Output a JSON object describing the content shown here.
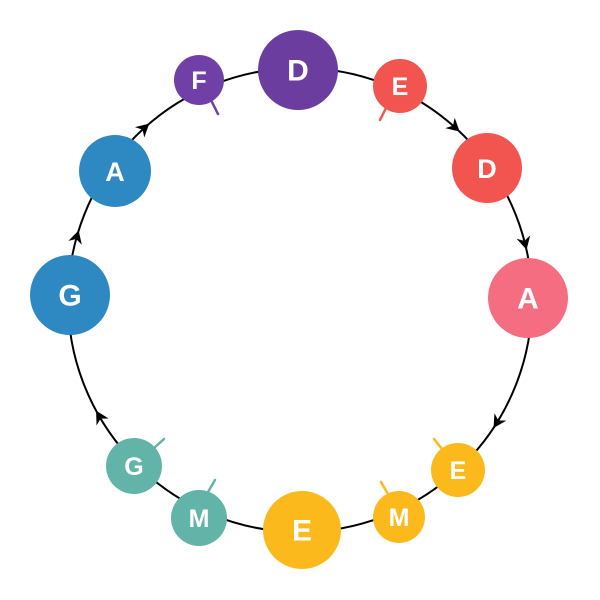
{
  "diagram": {
    "title": "",
    "direction": "clockwise",
    "palette": {
      "purple": "#6b3fa0",
      "red": "#f25550",
      "pink": "#f46d80",
      "yellow": "#fbb91c",
      "teal": "#62b4a8",
      "blue": "#2e88c2",
      "edge": "#000000"
    },
    "nodes": [
      {
        "id": "n1",
        "label": "D",
        "color": "#6a3d9e",
        "size": "large",
        "tick": false
      },
      {
        "id": "n2",
        "label": "E",
        "color": "#f25550",
        "size": "small",
        "tick": true
      },
      {
        "id": "n3",
        "label": "D",
        "color": "#f25550",
        "size": "medium",
        "tick": false
      },
      {
        "id": "n4",
        "label": "A",
        "color": "#f46d80",
        "size": "large",
        "tick": false
      },
      {
        "id": "n5",
        "label": "E",
        "color": "#fbb91c",
        "size": "small",
        "tick": true
      },
      {
        "id": "n6",
        "label": "M",
        "color": "#fbb91c",
        "size": "small",
        "tick": true
      },
      {
        "id": "n7",
        "label": "E",
        "color": "#fbb91c",
        "size": "large",
        "tick": false
      },
      {
        "id": "n8",
        "label": "M",
        "color": "#62b4a8",
        "size": "small",
        "tick": true
      },
      {
        "id": "n9",
        "label": "G",
        "color": "#62b4a8",
        "size": "small",
        "tick": true
      },
      {
        "id": "n10",
        "label": "G",
        "color": "#2e88c2",
        "size": "large",
        "tick": false
      },
      {
        "id": "n11",
        "label": "A",
        "color": "#2e88c2",
        "size": "medium",
        "tick": false
      },
      {
        "id": "n12",
        "label": "F",
        "color": "#7040a6",
        "size": "small",
        "tick": true
      }
    ],
    "arrows": [
      {
        "between": [
          "E",
          "D"
        ],
        "group": "red"
      },
      {
        "between": [
          "D",
          "A"
        ],
        "group": "red"
      },
      {
        "between": [
          "A",
          "E"
        ],
        "group": "pink-yellow"
      },
      {
        "between": [
          "G",
          "G"
        ],
        "group": "teal-blue"
      },
      {
        "between": [
          "G",
          "A"
        ],
        "group": "blue"
      },
      {
        "between": [
          "A",
          "F"
        ],
        "group": "blue-purple"
      }
    ]
  }
}
